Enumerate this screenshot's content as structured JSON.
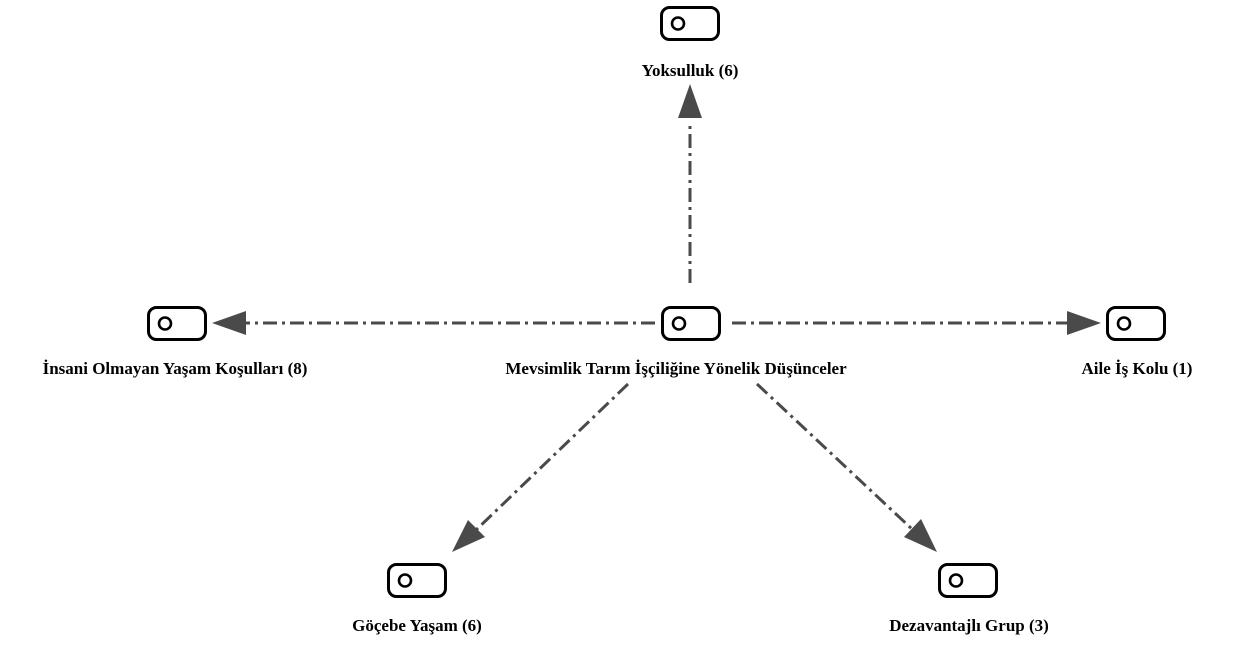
{
  "colors": {
    "edge": "#4a4a4a",
    "icon_stroke": "#000000",
    "label": "#000000",
    "background": "#ffffff"
  },
  "center": {
    "label": "Mevsimlik Tarım İşçiliğine Yönelik Düşünceler",
    "icon": "tag-icon"
  },
  "nodes": [
    {
      "id": "yoksulluk",
      "label": "Yoksulluk  (6)",
      "icon": "tag-icon"
    },
    {
      "id": "insani-olmayan",
      "label": "İnsani Olmayan Yaşam Koşulları (8)",
      "icon": "tag-icon"
    },
    {
      "id": "aile-is-kolu",
      "label": "Aile İş Kolu (1)",
      "icon": "tag-icon"
    },
    {
      "id": "gocebe-yasam",
      "label": "Göçebe Yaşam (6)",
      "icon": "tag-icon"
    },
    {
      "id": "dezavantajli-grup",
      "label": "Dezavantajlı Grup (3)",
      "icon": "tag-icon"
    }
  ],
  "edges": [
    {
      "from": "center",
      "to": "yoksulluk"
    },
    {
      "from": "center",
      "to": "insani-olmayan"
    },
    {
      "from": "center",
      "to": "aile-is-kolu"
    },
    {
      "from": "center",
      "to": "gocebe-yasam"
    },
    {
      "from": "center",
      "to": "dezavantajli-grup"
    }
  ]
}
